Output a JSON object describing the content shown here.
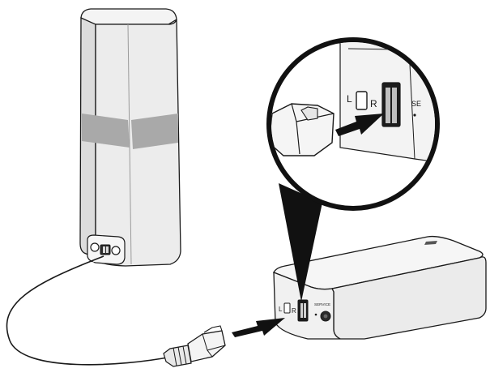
{
  "labels": {
    "port_left_zoom": "L",
    "port_right_zoom": "R",
    "service_partial_zoom": "SE",
    "port_left_box": "L",
    "port_right_box": "R",
    "service_box": "SERVICE"
  },
  "colors": {
    "line": "#1a1a1a",
    "speaker_body": "#ececec",
    "speaker_side": "#dcdcdc",
    "speaker_band": "#a9a9a9",
    "box_body": "#f1f1f1",
    "arrow": "#111111"
  }
}
